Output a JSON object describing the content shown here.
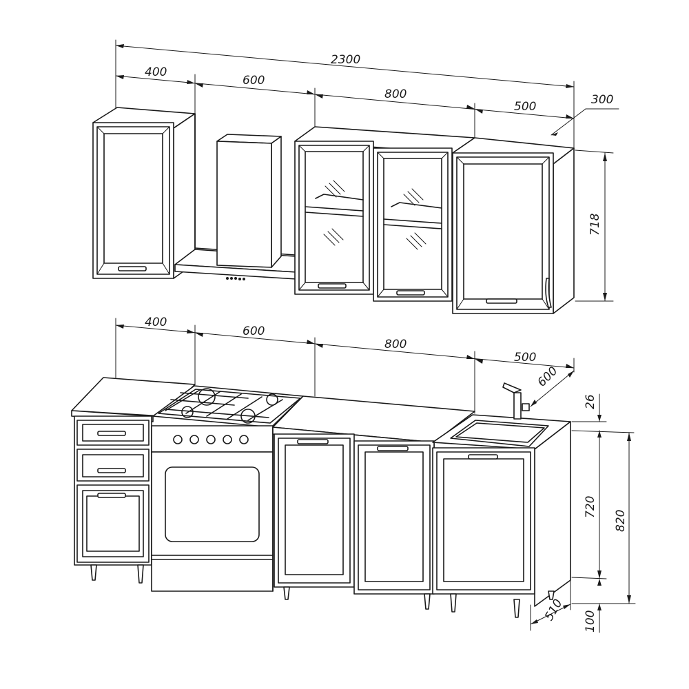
{
  "upper_set": {
    "overall_width": "2300",
    "modules": {
      "cabinet_left": "400",
      "hood_space": "600",
      "glass_cabinet": "800",
      "cabinet_right": "500"
    },
    "depth": "300",
    "height": "718"
  },
  "lower_set": {
    "modules": {
      "drawer_cabinet": "400",
      "stove": "600",
      "base_cabinet": "800",
      "sink_cabinet": "500"
    },
    "worktop_depth": "600",
    "worktop_thickness": "26",
    "body_height": "720",
    "total_height": "820",
    "carcass_depth": "510",
    "leg_height": "100"
  },
  "colors": {
    "line": "#1a1a1a",
    "background": "#ffffff"
  }
}
